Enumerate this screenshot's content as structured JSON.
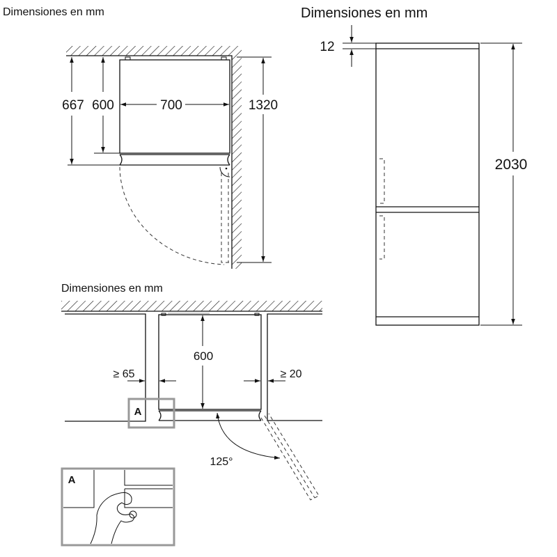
{
  "titles": {
    "top_view": "Dimensiones en mm",
    "front_view": "Dimensiones en mm",
    "niche_view": "Dimensiones en mm"
  },
  "top_view": {
    "depth_total": "667",
    "depth_body": "600",
    "width": "700",
    "door_clearance": "1320"
  },
  "front_view": {
    "top_gap": "12",
    "height": "2030"
  },
  "niche_view": {
    "depth": "600",
    "left_gap": "≥ 65",
    "right_gap": "≥ 20",
    "door_angle": "125°",
    "detail_label": "A",
    "detail_box_label": "A"
  },
  "colors": {
    "line": "#111111",
    "detail_frame": "#999999"
  }
}
